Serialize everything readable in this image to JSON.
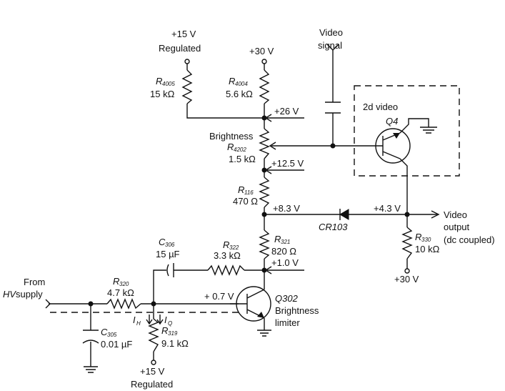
{
  "diagram": {
    "supplies": {
      "plus15_top": [
        "+15 V",
        "Regulated"
      ],
      "plus30_top": "+30 V",
      "plus15_bottom": [
        "+15 V",
        "Regulated"
      ],
      "plus30_right": "+30 V"
    },
    "video_signal": [
      "Video",
      "signal"
    ],
    "video_output": [
      "Video",
      "output",
      "(dc coupled)"
    ],
    "from_hv": [
      "From",
      "HV",
      " supply"
    ],
    "second_video": [
      "2d video",
      "Q4"
    ],
    "brightness": "Brightness",
    "q302": [
      "Q302",
      "Brightness",
      "limiter"
    ],
    "diode": "CR103",
    "currents": {
      "ih": "I",
      "ih_sub": "H",
      "iq": "I",
      "iq_sub": "Q"
    },
    "voltages": {
      "v26": "+26 V",
      "v125": "+12.5 V",
      "v83": "+8.3 V",
      "v43": "+4.3 V",
      "v10": "+1.0 V",
      "v07": "+ 0.7 V"
    },
    "resistors": {
      "r4005": {
        "name": "R",
        "sub": "4005",
        "value": "15 kΩ"
      },
      "r4004": {
        "name": "R",
        "sub": "4004",
        "value": "5.6 kΩ"
      },
      "r4202": {
        "name": "R",
        "sub": "4202",
        "value": "1.5 kΩ"
      },
      "r116": {
        "name": "R",
        "sub": "116",
        "value": "470 Ω"
      },
      "r321": {
        "name": "R",
        "sub": "321",
        "value": "820 Ω"
      },
      "r330": {
        "name": "R",
        "sub": "330",
        "value": "10 kΩ"
      },
      "r322": {
        "name": "R",
        "sub": "322",
        "value": "3.3 kΩ"
      },
      "r320": {
        "name": "R",
        "sub": "320",
        "value": "4.7 kΩ"
      },
      "r319": {
        "name": "R",
        "sub": "319",
        "value": "9.1 kΩ"
      }
    },
    "capacitors": {
      "c306": {
        "name": "C",
        "sub": "306",
        "value": "15 µF"
      },
      "c305": {
        "name": "C",
        "sub": "305",
        "value": "0.01 µF"
      }
    }
  }
}
